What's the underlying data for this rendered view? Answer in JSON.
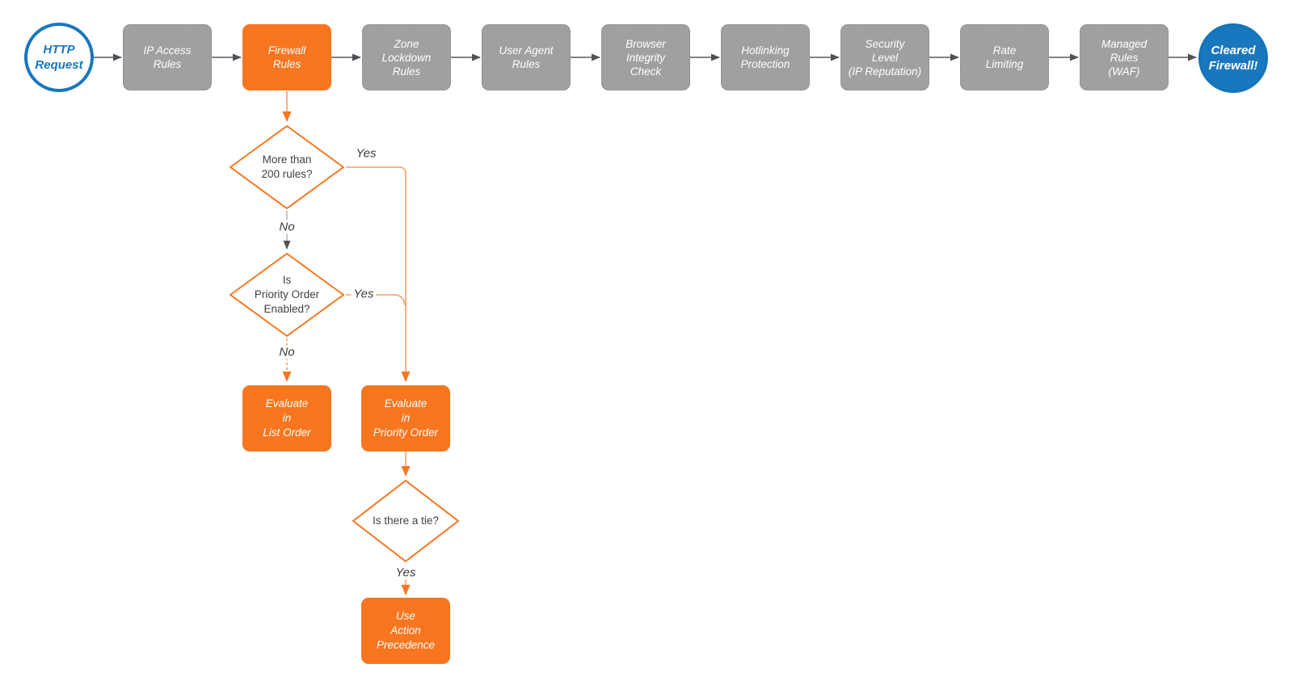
{
  "flow": {
    "start_label": "HTTP\nRequest",
    "end_label": "Cleared\nFirewall!",
    "stages": [
      {
        "label": "IP Access\nRules"
      },
      {
        "label": "Firewall\nRules"
      },
      {
        "label": "Zone\nLockdown\nRules"
      },
      {
        "label": "User Agent\nRules"
      },
      {
        "label": "Browser\nIntegrity\nCheck"
      },
      {
        "label": "Hotlinking\nProtection"
      },
      {
        "label": "Security\nLevel\n(IP Reputation)"
      },
      {
        "label": "Rate\nLimiting"
      },
      {
        "label": "Managed\nRules\n(WAF)"
      }
    ]
  },
  "decisions": {
    "more_than_200": {
      "question": "More than\n200 rules?",
      "yes_label": "Yes",
      "no_label": "No"
    },
    "priority_enabled": {
      "question": "Is\nPriority Order\nEnabled?",
      "yes_label": "Yes",
      "no_label": "No"
    },
    "tie": {
      "question": "Is there a tie?",
      "yes_label": "Yes"
    }
  },
  "actions": {
    "evaluate_list": "Evaluate\nin\nList Order",
    "evaluate_priority": "Evaluate\nin\nPriority Order",
    "use_action_precedence": "Use\nAction\nPrecedence"
  },
  "colors": {
    "accent_orange": "#F7761F",
    "light_orange_line": "#F89C63",
    "gray_node_fill": "#9EA0A2",
    "dark_arrow": "#4E5256",
    "light_gray_line": "#ADADAD",
    "blue": "#1877BD",
    "diamond_text": "#414141",
    "node_text": "#FFFFFF"
  }
}
